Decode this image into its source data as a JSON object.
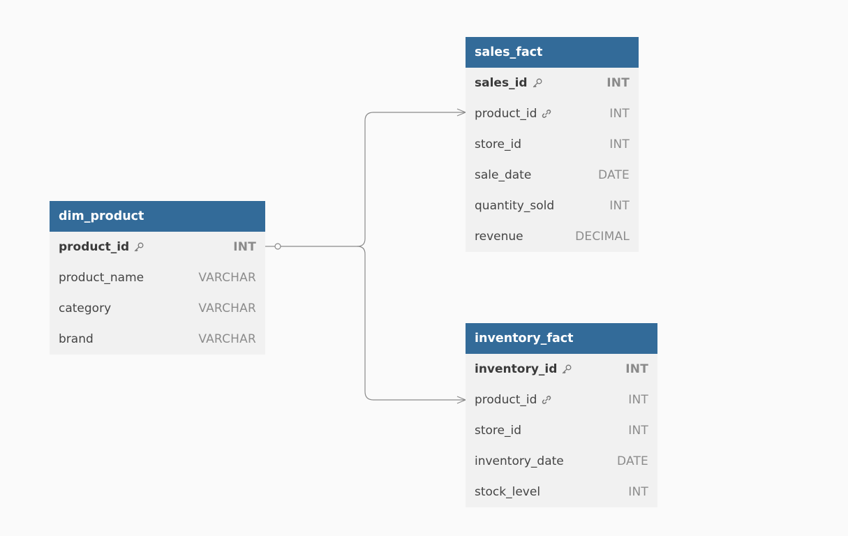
{
  "tables": [
    {
      "id": "dim_product",
      "name": "dim_product",
      "columns": [
        {
          "name": "product_id",
          "type": "INT",
          "primary_key": true,
          "foreign_key": false
        },
        {
          "name": "product_name",
          "type": "VARCHAR",
          "primary_key": false,
          "foreign_key": false
        },
        {
          "name": "category",
          "type": "VARCHAR",
          "primary_key": false,
          "foreign_key": false
        },
        {
          "name": "brand",
          "type": "VARCHAR",
          "primary_key": false,
          "foreign_key": false
        }
      ]
    },
    {
      "id": "sales_fact",
      "name": "sales_fact",
      "columns": [
        {
          "name": "sales_id",
          "type": "INT",
          "primary_key": true,
          "foreign_key": false
        },
        {
          "name": "product_id",
          "type": "INT",
          "primary_key": false,
          "foreign_key": true
        },
        {
          "name": "store_id",
          "type": "INT",
          "primary_key": false,
          "foreign_key": false
        },
        {
          "name": "sale_date",
          "type": "DATE",
          "primary_key": false,
          "foreign_key": false
        },
        {
          "name": "quantity_sold",
          "type": "INT",
          "primary_key": false,
          "foreign_key": false
        },
        {
          "name": "revenue",
          "type": "DECIMAL",
          "primary_key": false,
          "foreign_key": false
        }
      ]
    },
    {
      "id": "inventory_fact",
      "name": "inventory_fact",
      "columns": [
        {
          "name": "inventory_id",
          "type": "INT",
          "primary_key": true,
          "foreign_key": false
        },
        {
          "name": "product_id",
          "type": "INT",
          "primary_key": false,
          "foreign_key": true
        },
        {
          "name": "store_id",
          "type": "INT",
          "primary_key": false,
          "foreign_key": false
        },
        {
          "name": "inventory_date",
          "type": "DATE",
          "primary_key": false,
          "foreign_key": false
        },
        {
          "name": "stock_level",
          "type": "INT",
          "primary_key": false,
          "foreign_key": false
        }
      ]
    }
  ],
  "relationships": [
    {
      "from_table": "dim_product",
      "from_column": "product_id",
      "to_table": "sales_fact",
      "to_column": "product_id",
      "cardinality": "one-to-many"
    },
    {
      "from_table": "dim_product",
      "from_column": "product_id",
      "to_table": "inventory_fact",
      "to_column": "product_id",
      "cardinality": "one-to-many"
    }
  ],
  "icons": {
    "primary_key": "key-icon",
    "foreign_key": "link-icon"
  },
  "colors": {
    "header": "#336b99",
    "body": "#f1f1f1",
    "background": "#fafafa",
    "connector": "#8a8a8a"
  }
}
